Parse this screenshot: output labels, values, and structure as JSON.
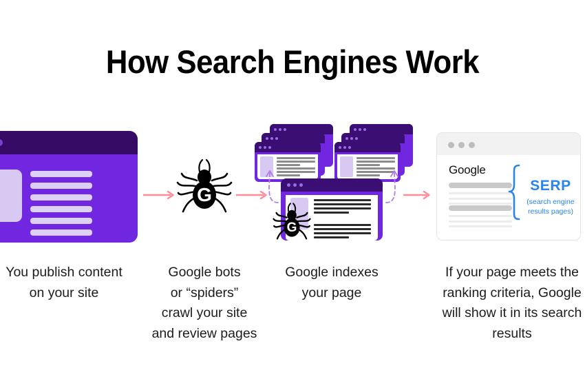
{
  "page": {
    "title": "How Search Engines Work",
    "background_color": "#ffffff"
  },
  "colors": {
    "purple_dark": "#350B66",
    "purple": "#7127E0",
    "lavender": "#D7C9F2",
    "arrow_pink": "#FF8A98",
    "dashed_purple": "#B07CEF",
    "serp_blue": "#2A84EB",
    "text": "#1c1c1c"
  },
  "steps": [
    {
      "id": "publish",
      "caption": "You publish content\non your site",
      "visual": "purple-browser-window-with-content"
    },
    {
      "id": "crawl",
      "caption": "Google bots\nor “spiders”\ncrawl your site\nand review pages",
      "visual": "google-spider-bot-icon"
    },
    {
      "id": "index",
      "caption": "Google indexes\nyour page",
      "visual": "stacked-browser-windows-with-spider"
    },
    {
      "id": "rank",
      "caption": "If your page meets the\nranking criteria, Google\nwill show it in its search\nresults",
      "visual": "google-serp-browser-window"
    }
  ],
  "serp_panel": {
    "logo_text": "Google",
    "label": "SERP",
    "sublabel": "(search engine\nresults pages)"
  },
  "icons": {
    "spider": "google-spider-icon",
    "arrow": "arrow-right-icon",
    "dashed_arrow": "dashed-curved-arrow-icon",
    "brace": "curly-brace-icon"
  }
}
